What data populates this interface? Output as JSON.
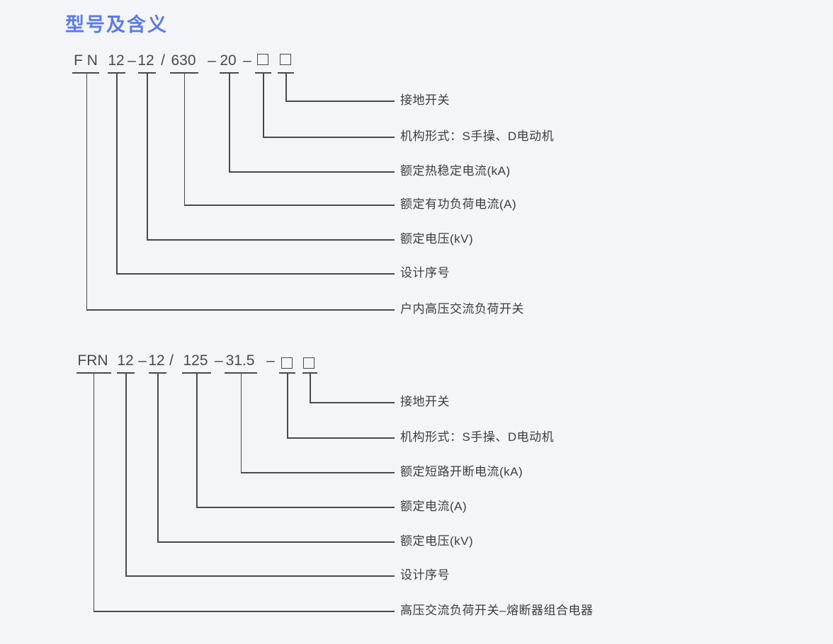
{
  "page": {
    "title": "型号及含义"
  },
  "colors": {
    "background": "#f4f5f9",
    "accent_title": "#5b7ce8",
    "line": "#4a4a4a",
    "text": "#3d3d3d"
  },
  "fn": {
    "model_code": "FN12-12/630-20-□□",
    "tokens": {
      "series": "F N",
      "design": "12",
      "dash1": "–",
      "voltage": "12",
      "slash": "/",
      "current": "630",
      "dash2": "–",
      "thermal": "20",
      "dash3": "–"
    },
    "labels": [
      "接地开关",
      "机构形式：S手操、D电动机",
      "额定热稳定电流(kA)",
      "额定有功负荷电流(A)",
      "额定电压(kV)",
      "设计序号",
      "户内高压交流负荷开关"
    ]
  },
  "frn": {
    "model_code": "FRN12-12/125-31.5-□□",
    "tokens": {
      "series": "FRN",
      "design": "12",
      "dash1": "–",
      "voltage": "12",
      "slash": "/",
      "current": "125",
      "dash2": "–",
      "breaking": "31.5",
      "dash3": "–"
    },
    "labels": [
      "接地开关",
      "机构形式：S手操、D电动机",
      "额定短路开断电流(kA)",
      "额定电流(A)",
      "额定电压(kV)",
      "设计序号",
      "高压交流负荷开关–熔断器组合电器"
    ]
  }
}
